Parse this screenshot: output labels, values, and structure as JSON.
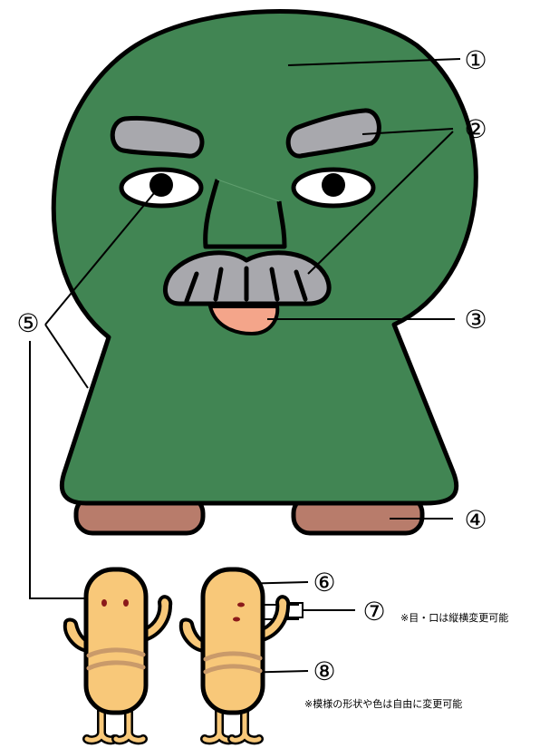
{
  "labels": {
    "n1": "①",
    "n2": "②",
    "n3": "③",
    "n4": "④",
    "n5": "⑤",
    "n6": "⑥",
    "n7": "⑦",
    "n8": "⑧"
  },
  "notes": {
    "eyes_mouth": "※目・口は縦横変更可能",
    "pattern": "※模様の形状や色は自由に変更可能"
  },
  "colors": {
    "body_green": "#418553",
    "eyebrow_gray": "#a8a8ad",
    "mustache_gray": "#a8a8ad",
    "mouth_pink": "#f4a58a",
    "feet_brown": "#b87c6b",
    "small_body_yellow": "#f8c879",
    "small_pattern": "#c99a6a",
    "small_eye": "#8b1a1a"
  }
}
